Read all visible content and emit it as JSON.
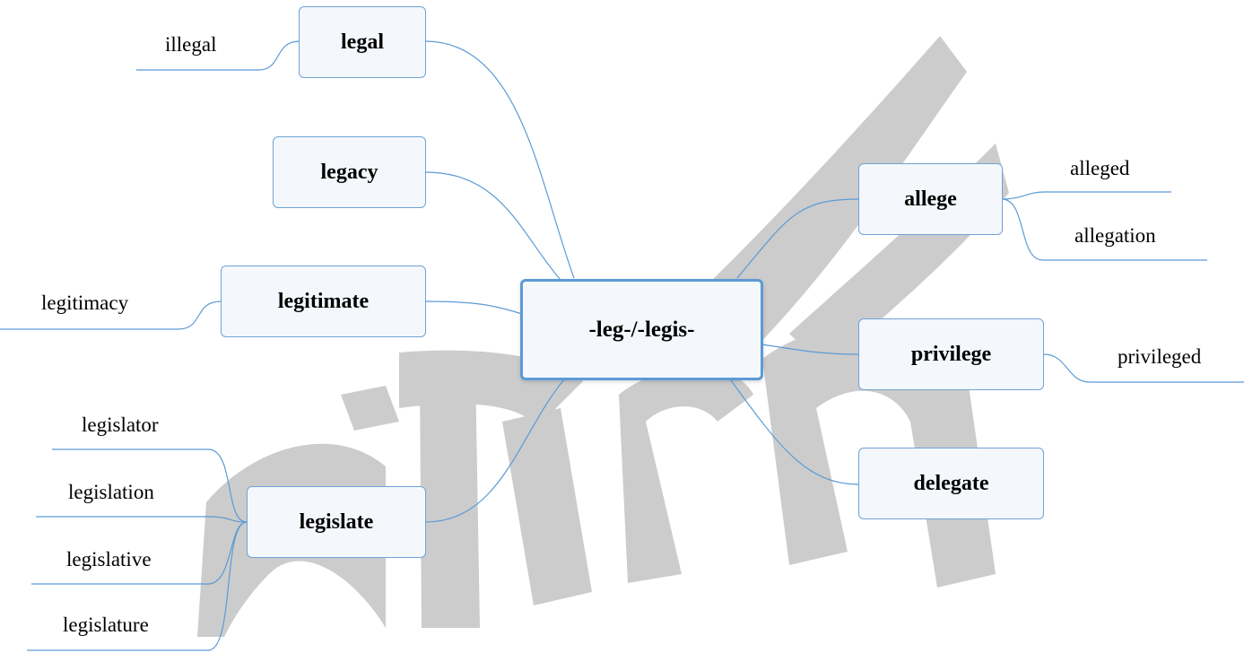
{
  "center": {
    "label": "-leg-/-legis-"
  },
  "branches": {
    "legal": {
      "label": "legal",
      "children": [
        "illegal"
      ]
    },
    "legacy": {
      "label": "legacy",
      "children": []
    },
    "legitimate": {
      "label": "legitimate",
      "children": [
        "legitimacy"
      ]
    },
    "legislate": {
      "label": "legislate",
      "children": [
        "legislator",
        "legislation",
        "legislative",
        "legislature"
      ]
    },
    "allege": {
      "label": "allege",
      "children": [
        "alleged",
        "allegation"
      ]
    },
    "privilege": {
      "label": "privilege",
      "children": [
        "privileged"
      ]
    },
    "delegate": {
      "label": "delegate",
      "children": []
    }
  },
  "colors": {
    "link": "#5b9bd5",
    "node_border": "#6fa3d6",
    "node_fill": "#f4f7fb",
    "watermark": "#cccccc"
  }
}
